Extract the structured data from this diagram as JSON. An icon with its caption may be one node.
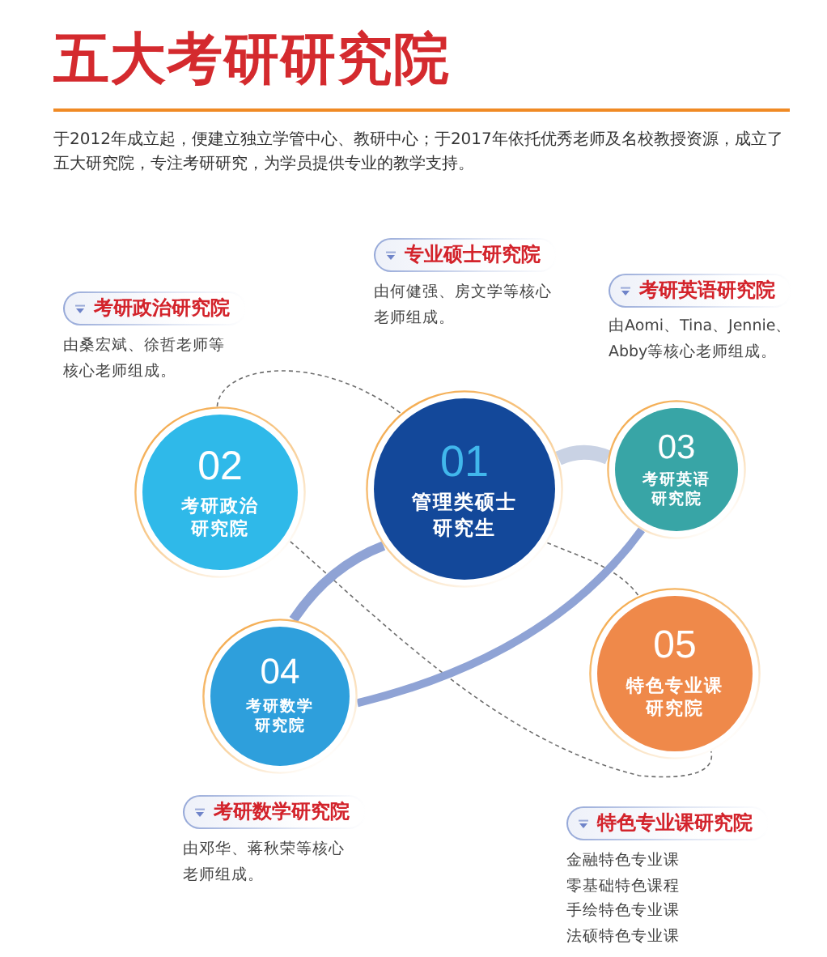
{
  "diagram": {
    "title": "五大考研研究院",
    "nodes": [
      {
        "text": [
          "考研政治研究院"
        ],
        "beside": [
          "由桑宏斌、徐哲老师等核心老师组成。"
        ]
      },
      {
        "text": [
          "专业硕士研究院"
        ],
        "beside": [
          "由何健强、房文学等核心老师组成。"
        ]
      },
      {
        "text": [
          "考研英语研究院"
        ],
        "beside": [
          "由Aomi、Tina、Jennie、Abby等核心老师组成。"
        ]
      },
      {
        "text": [
          "02",
          "考研政治研究院"
        ]
      },
      {
        "text": [
          "01",
          "管理类硕士研究生"
        ]
      },
      {
        "text": [
          "03",
          "考研英语研究院"
        ]
      },
      {
        "text": [
          "04",
          "考研数学研究院"
        ]
      },
      {
        "text": [
          "05",
          "特色专业课研究院"
        ]
      },
      {
        "text": [
          "考研数学研究院"
        ],
        "beside": [
          "由邓华、蒋秋荣等核心老师组成。"
        ]
      },
      {
        "text": [
          "特色专业课研究院"
        ],
        "beside": [
          "金融特色专业课",
          "零基础特色课程",
          "手绘特色专业课",
          "法硕特色专业课"
        ]
      }
    ],
    "edges": [
      {
        "from": 3,
        "to": 4,
        "arrow": "none",
        "style": "dashed"
      },
      {
        "from": 3,
        "to": 7,
        "arrow": "none",
        "style": "dashed"
      },
      {
        "from": 4,
        "to": 7,
        "arrow": "none",
        "style": "dashed"
      },
      {
        "from": 4,
        "to": 5,
        "arrow": "none",
        "style": "thick",
        "color": "#c9d2e4"
      },
      {
        "from": 4,
        "to": 6,
        "arrow": "none",
        "style": "thick",
        "color": "#8fa3d5"
      },
      {
        "from": 6,
        "to": 5,
        "arrow": "none",
        "style": "thick",
        "color": "#8fa3d5"
      }
    ],
    "labels": [
      "于2012年成立起，便建立独立学管中心、教研中心；于2017年依托优秀老师及名校教授资源，成立了五大研究院，专注考研研究，为学员提供专业的教学支持。"
    ]
  }
}
